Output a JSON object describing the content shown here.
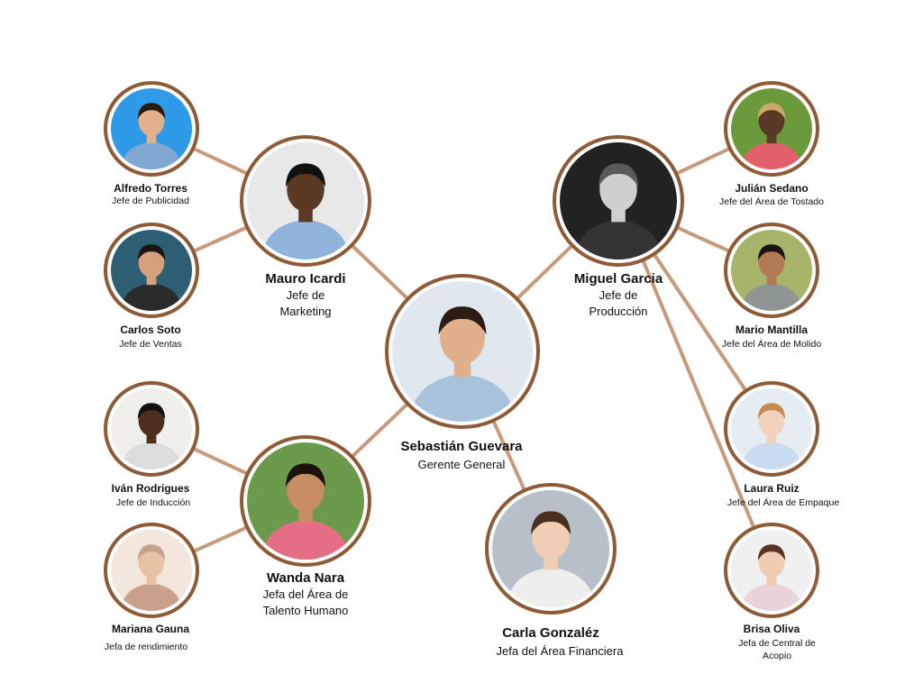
{
  "chart_data": {
    "type": "org-chart",
    "root": "sebastian",
    "nodes": [
      {
        "id": "sebastian",
        "name": "Sebastián Guevara",
        "role": "Gerente General",
        "parent": null,
        "skin": "#e0b08c",
        "hair": "#2b1d14",
        "shirt": "#a8c2dc",
        "bg": "#dfe8ee"
      },
      {
        "id": "mauro",
        "name": "Mauro Icardi",
        "role": "Jefe de Marketing",
        "parent": "sebastian",
        "skin": "#5b3a24",
        "hair": "#111111",
        "shirt": "#8fb3d9",
        "bg": "#e8e8e8"
      },
      {
        "id": "miguel",
        "name": "Miguel Garcia",
        "role": "Jefe de Producción",
        "parent": "sebastian",
        "skin": "#cfcfcf",
        "hair": "#5a5a5a",
        "shirt": "#333333",
        "bg": "#222222"
      },
      {
        "id": "wanda",
        "name": "Wanda Nara",
        "role": "Jefa del Área de Talento Humano",
        "parent": "sebastian",
        "skin": "#c98d64",
        "hair": "#1d120c",
        "shirt": "#e46e86",
        "bg": "#6c9a4c"
      },
      {
        "id": "carla",
        "name": "Carla Gonzaléz",
        "role": "Jefa del Área Financiera",
        "parent": "sebastian",
        "skin": "#f0cdb4",
        "hair": "#4a2f1f",
        "shirt": "#eeeeee",
        "bg": "#b7c0c9"
      },
      {
        "id": "alfredo",
        "name": "Alfredo Torres",
        "role": "Jefe de Publicidad",
        "parent": "mauro",
        "skin": "#e2b08a",
        "hair": "#2a1a10",
        "shirt": "#7fa7d0",
        "bg": "#2f9be8"
      },
      {
        "id": "carlos",
        "name": "Carlos Soto",
        "role": "Jefe de Ventas",
        "parent": "mauro",
        "skin": "#d6a07d",
        "hair": "#1c1410",
        "shirt": "#2b2b2b",
        "bg": "#2d5e73"
      },
      {
        "id": "ivan",
        "name": "Iván Rodrigues",
        "role": "Jefe de Inducción",
        "parent": "wanda",
        "skin": "#4d2f1d",
        "hair": "#111111",
        "shirt": "#dcdcdc",
        "bg": "#f1efeb"
      },
      {
        "id": "mariana",
        "name": "Mariana Gauna",
        "role": "Jefa de rendimiento",
        "parent": "wanda",
        "skin": "#e8c2a4",
        "hair": "#c9a08c",
        "shirt": "#c9a08c",
        "bg": "#f3e6dd"
      },
      {
        "id": "julian",
        "name": "Julián Sedano",
        "role": "Jefe del Área de Tostado",
        "parent": "miguel",
        "skin": "#5a3a26",
        "hair": "#caa96a",
        "shirt": "#e2606a",
        "bg": "#6a9a3c"
      },
      {
        "id": "mario",
        "name": "Mario Mantilla",
        "role": "Jefe del Área de Molido",
        "parent": "miguel",
        "skin": "#b07a55",
        "hair": "#1c1410",
        "shirt": "#8d9694",
        "bg": "#a7b46a"
      },
      {
        "id": "laura",
        "name": "Laura Ruiz",
        "role": "Jefe del Área de Empaque",
        "parent": "miguel",
        "skin": "#f2d2bc",
        "hair": "#c98a52",
        "shirt": "#c8dbef",
        "bg": "#e6edf2"
      },
      {
        "id": "brisa",
        "name": "Brisa Oliva",
        "role": "Jefa de Central de Acopio",
        "parent": "miguel",
        "skin": "#efcdb2",
        "hair": "#5a3422",
        "shirt": "#e8d4da",
        "bg": "#f0f0f0"
      }
    ]
  }
}
